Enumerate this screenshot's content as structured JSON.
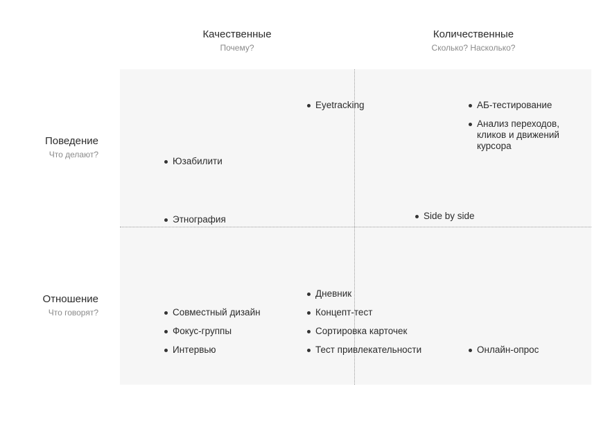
{
  "columns": [
    {
      "title": "Качественные",
      "subtitle": "Почему?"
    },
    {
      "title": "Количественные",
      "subtitle": "Сколько? Насколько?"
    }
  ],
  "rows": [
    {
      "title": "Поведение",
      "subtitle": "Что делают?"
    },
    {
      "title": "Отношение",
      "subtitle": "Что говорят?"
    }
  ],
  "methods": {
    "eyetracking": "Eyetracking",
    "ab_testing": "АБ-тестирование",
    "click_analysis": "Анализ переходов,\nкликов и движений\nкурсора",
    "usability": "Юзабилити",
    "ethnography": "Этнография",
    "side_by_side": "Side by side",
    "diary": "Дневник",
    "co_design": "Совместный дизайн",
    "concept_test": "Концепт-тест",
    "focus_groups": "Фокус-группы",
    "card_sorting": "Сортировка карточек",
    "interview": "Интервью",
    "attractiveness_test": "Тест привлекательности",
    "online_survey": "Онлайн-опрос"
  }
}
